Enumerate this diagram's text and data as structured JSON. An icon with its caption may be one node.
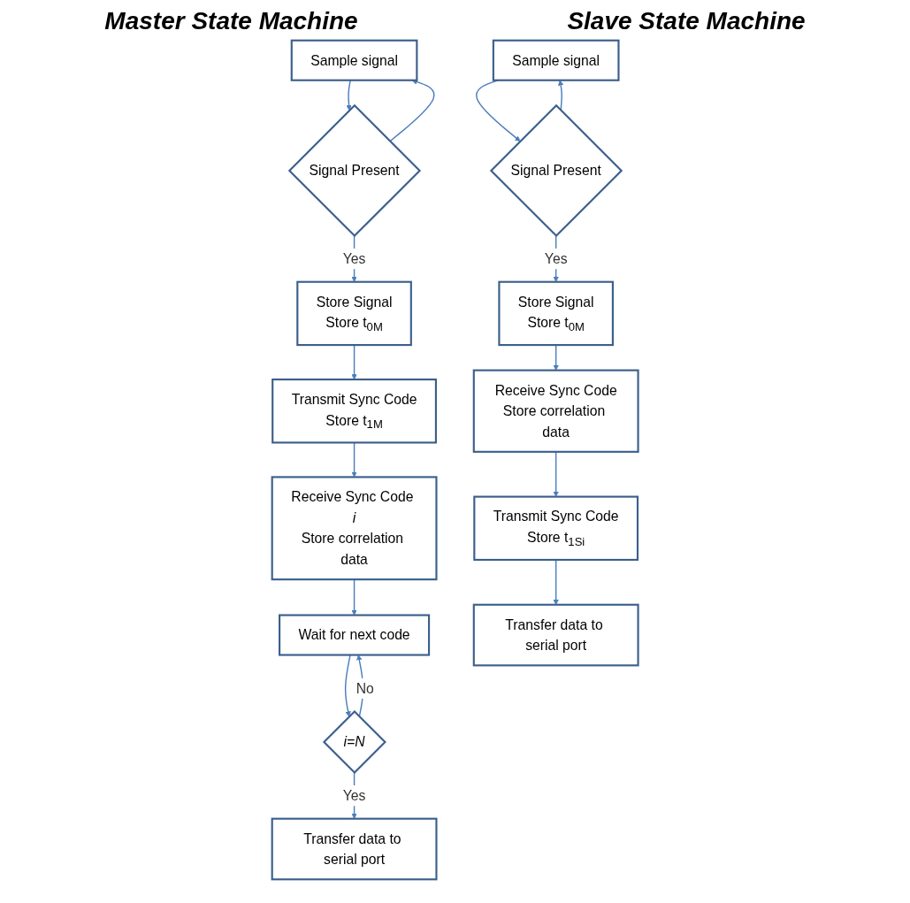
{
  "diagram": {
    "nodes": [
      {
        "text": [
          "Sample signal"
        ]
      },
      {
        "text": [
          "Signal Present"
        ]
      },
      {
        "text": [
          "Store Signal",
          "Store t$_{0M}$"
        ]
      },
      {
        "text": [
          "Transmit Sync Code",
          "Store t$_{1M}$"
        ]
      },
      {
        "text": [
          "Receive Sync Code *i*",
          "Store correlation data"
        ]
      },
      {
        "text": [
          "Wait for next code"
        ]
      },
      {
        "text": [
          "i=N"
        ]
      },
      {
        "text": [
          "Transfer data to serial port"
        ]
      },
      {
        "text": [
          "Sample signal"
        ]
      },
      {
        "text": [
          "Signal Present"
        ]
      },
      {
        "text": [
          "Store Signal",
          "Store t$_{0M}$"
        ]
      },
      {
        "text": [
          "Receive Sync Code",
          "Store correlation data"
        ]
      },
      {
        "text": [
          "Transmit Sync Code",
          "Store t$_{1Si}$"
        ]
      },
      {
        "text": [
          "Transfer data to serial port"
        ]
      }
    ],
    "edges": [
      {
        "from": 0,
        "to": 1,
        "arrow": "to"
      },
      {
        "from": 1,
        "to": 0,
        "arrow": "to"
      },
      {
        "from": 1,
        "to": 2,
        "arrow": "to",
        "label": "Yes"
      },
      {
        "from": 2,
        "to": 3,
        "arrow": "to"
      },
      {
        "from": 3,
        "to": 4,
        "arrow": "to"
      },
      {
        "from": 4,
        "to": 5,
        "arrow": "to"
      },
      {
        "from": 5,
        "to": 6,
        "arrow": "to"
      },
      {
        "from": 6,
        "to": 5,
        "arrow": "to",
        "label": "No"
      },
      {
        "from": 6,
        "to": 7,
        "arrow": "to",
        "label": "Yes"
      },
      {
        "from": 8,
        "to": 9,
        "arrow": "to"
      },
      {
        "from": 9,
        "to": 8,
        "arrow": "to"
      },
      {
        "from": 9,
        "to": 10,
        "arrow": "to",
        "label": "Yes"
      },
      {
        "from": 10,
        "to": 11,
        "arrow": "to"
      },
      {
        "from": 11,
        "to": 12,
        "arrow": "to"
      },
      {
        "from": 12,
        "to": 13,
        "arrow": "to"
      }
    ],
    "labels": [
      "Master State Machine",
      "Slave State Machine"
    ]
  }
}
